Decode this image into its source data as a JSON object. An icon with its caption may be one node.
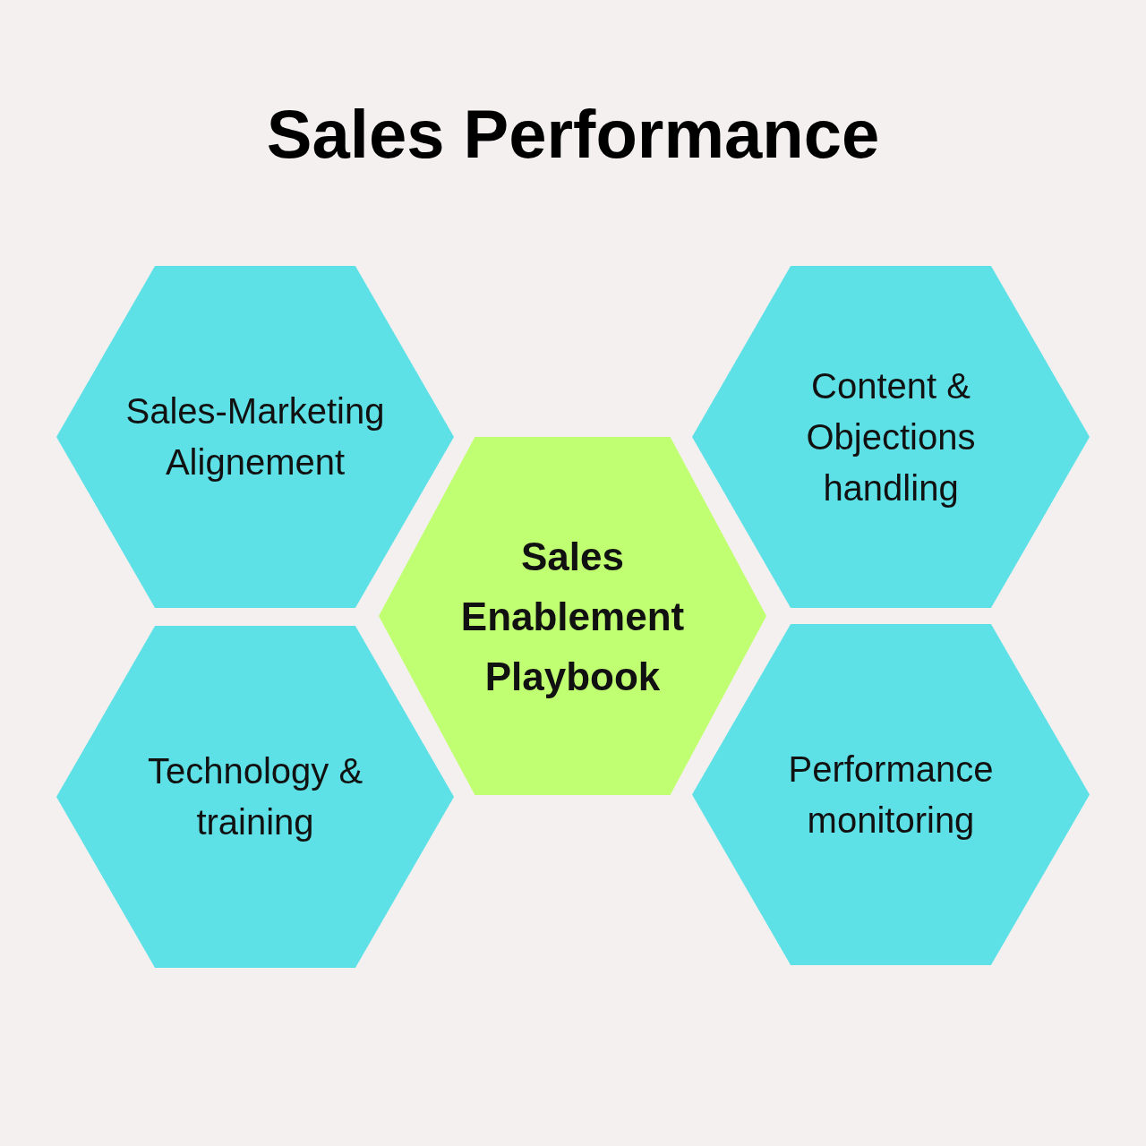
{
  "diagram": {
    "title": "Sales Performance",
    "nodes": [
      {
        "text": [
          "Sales-Marketing Alignement"
        ]
      },
      {
        "text": [
          "Content & Objections handling"
        ]
      },
      {
        "text": [
          "Sales Enablement Playbook"
        ]
      },
      {
        "text": [
          "Technology & training"
        ]
      },
      {
        "text": [
          "Performance monitoring"
        ]
      }
    ]
  }
}
